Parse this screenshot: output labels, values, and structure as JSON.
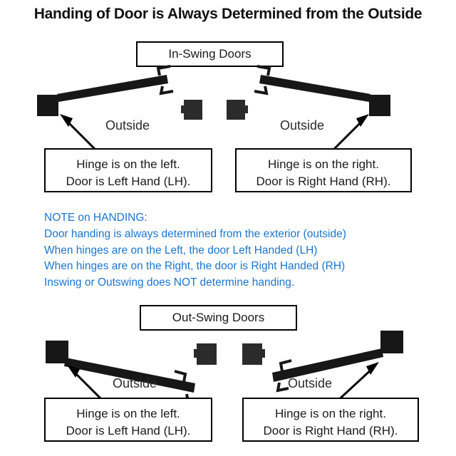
{
  "title": "Handing of Door is Always Determined from the Outside",
  "colors": {
    "note_blue": "#1b75d0",
    "ink": "#1a1a1a",
    "door_black": "#171717",
    "box_border": "#000000",
    "background": "#ffffff"
  },
  "sections": {
    "inswing": {
      "header": "In-Swing Doors",
      "left": {
        "outside_label": "Outside",
        "callout_line1": "Hinge is on the left.",
        "callout_line2": "Door is Left Hand (LH)."
      },
      "right": {
        "outside_label": "Outside",
        "callout_line1": "Hinge is on the right.",
        "callout_line2": "Door is Right Hand (RH)."
      }
    },
    "outswing": {
      "header": "Out-Swing Doors",
      "left": {
        "outside_label": "Outside",
        "callout_line1": "Hinge is on the left.",
        "callout_line2": "Door is Left Hand (LH)."
      },
      "right": {
        "outside_label": "Outside",
        "callout_line1": "Hinge is on the right.",
        "callout_line2": "Door is Right Hand (RH)."
      }
    }
  },
  "note": {
    "line1": "NOTE on HANDING:",
    "line2": "Door handing is always determined from the exterior (outside)",
    "line3": "When hinges are on the Left, the door Left Handed (LH)",
    "line4": "When hinges are on the Right, the door is Right Handed (RH)",
    "line5": "Inswing or Outswing does NOT determine handing."
  }
}
